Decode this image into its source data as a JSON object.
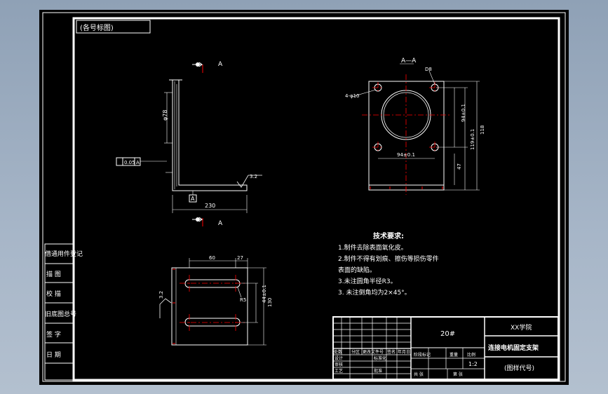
{
  "window": {
    "title": ""
  },
  "drawing": {
    "school": "XX学院",
    "part_name": "连接电机固定支架",
    "drawing_code": "(图样代号)",
    "part_number": "20#",
    "scale": "1:2",
    "preview_label": "(各号标图)",
    "section_label": "A—A",
    "view_marker": "A",
    "datum_label": "A",
    "tech_requirements": {
      "title": "技术要求:",
      "lines": [
        "1.制件去除表面氧化皮。",
        "2.制件不得有划痕、擦伤等损伤零件",
        "表面的缺陷。",
        "3.未注圆角半径R3。",
        "3. 未注倒角均为2×45°。"
      ]
    },
    "left_table": {
      "rows": [
        "借通用件登记",
        "描 图",
        "校 描",
        "旧底图总号",
        "签 字",
        "日 期"
      ]
    },
    "dims": {
      "side_height": "φ78",
      "side_width": "230",
      "flatness": "0.05",
      "roughness_1": "3.2",
      "roughness_2": "3.2",
      "front_holes": "4-φ10",
      "front_d": "D8",
      "front_hw": "94±0.1",
      "front_vh": "94±0.1",
      "front_v1": "119±0.1",
      "front_v2": "47",
      "front_total": "118",
      "top_w1": "60",
      "top_w2": "27",
      "top_r": "R5",
      "top_h1": "44±0.1",
      "top_h2": "130"
    },
    "title_block": {
      "labels": [
        "处数",
        "分区",
        "更改文件号",
        "签名",
        "年月日",
        "设计",
        "标准化",
        "阶段标记",
        "重量",
        "比例",
        "审核",
        "工艺",
        "批准",
        "共 张",
        "第 张"
      ]
    }
  }
}
